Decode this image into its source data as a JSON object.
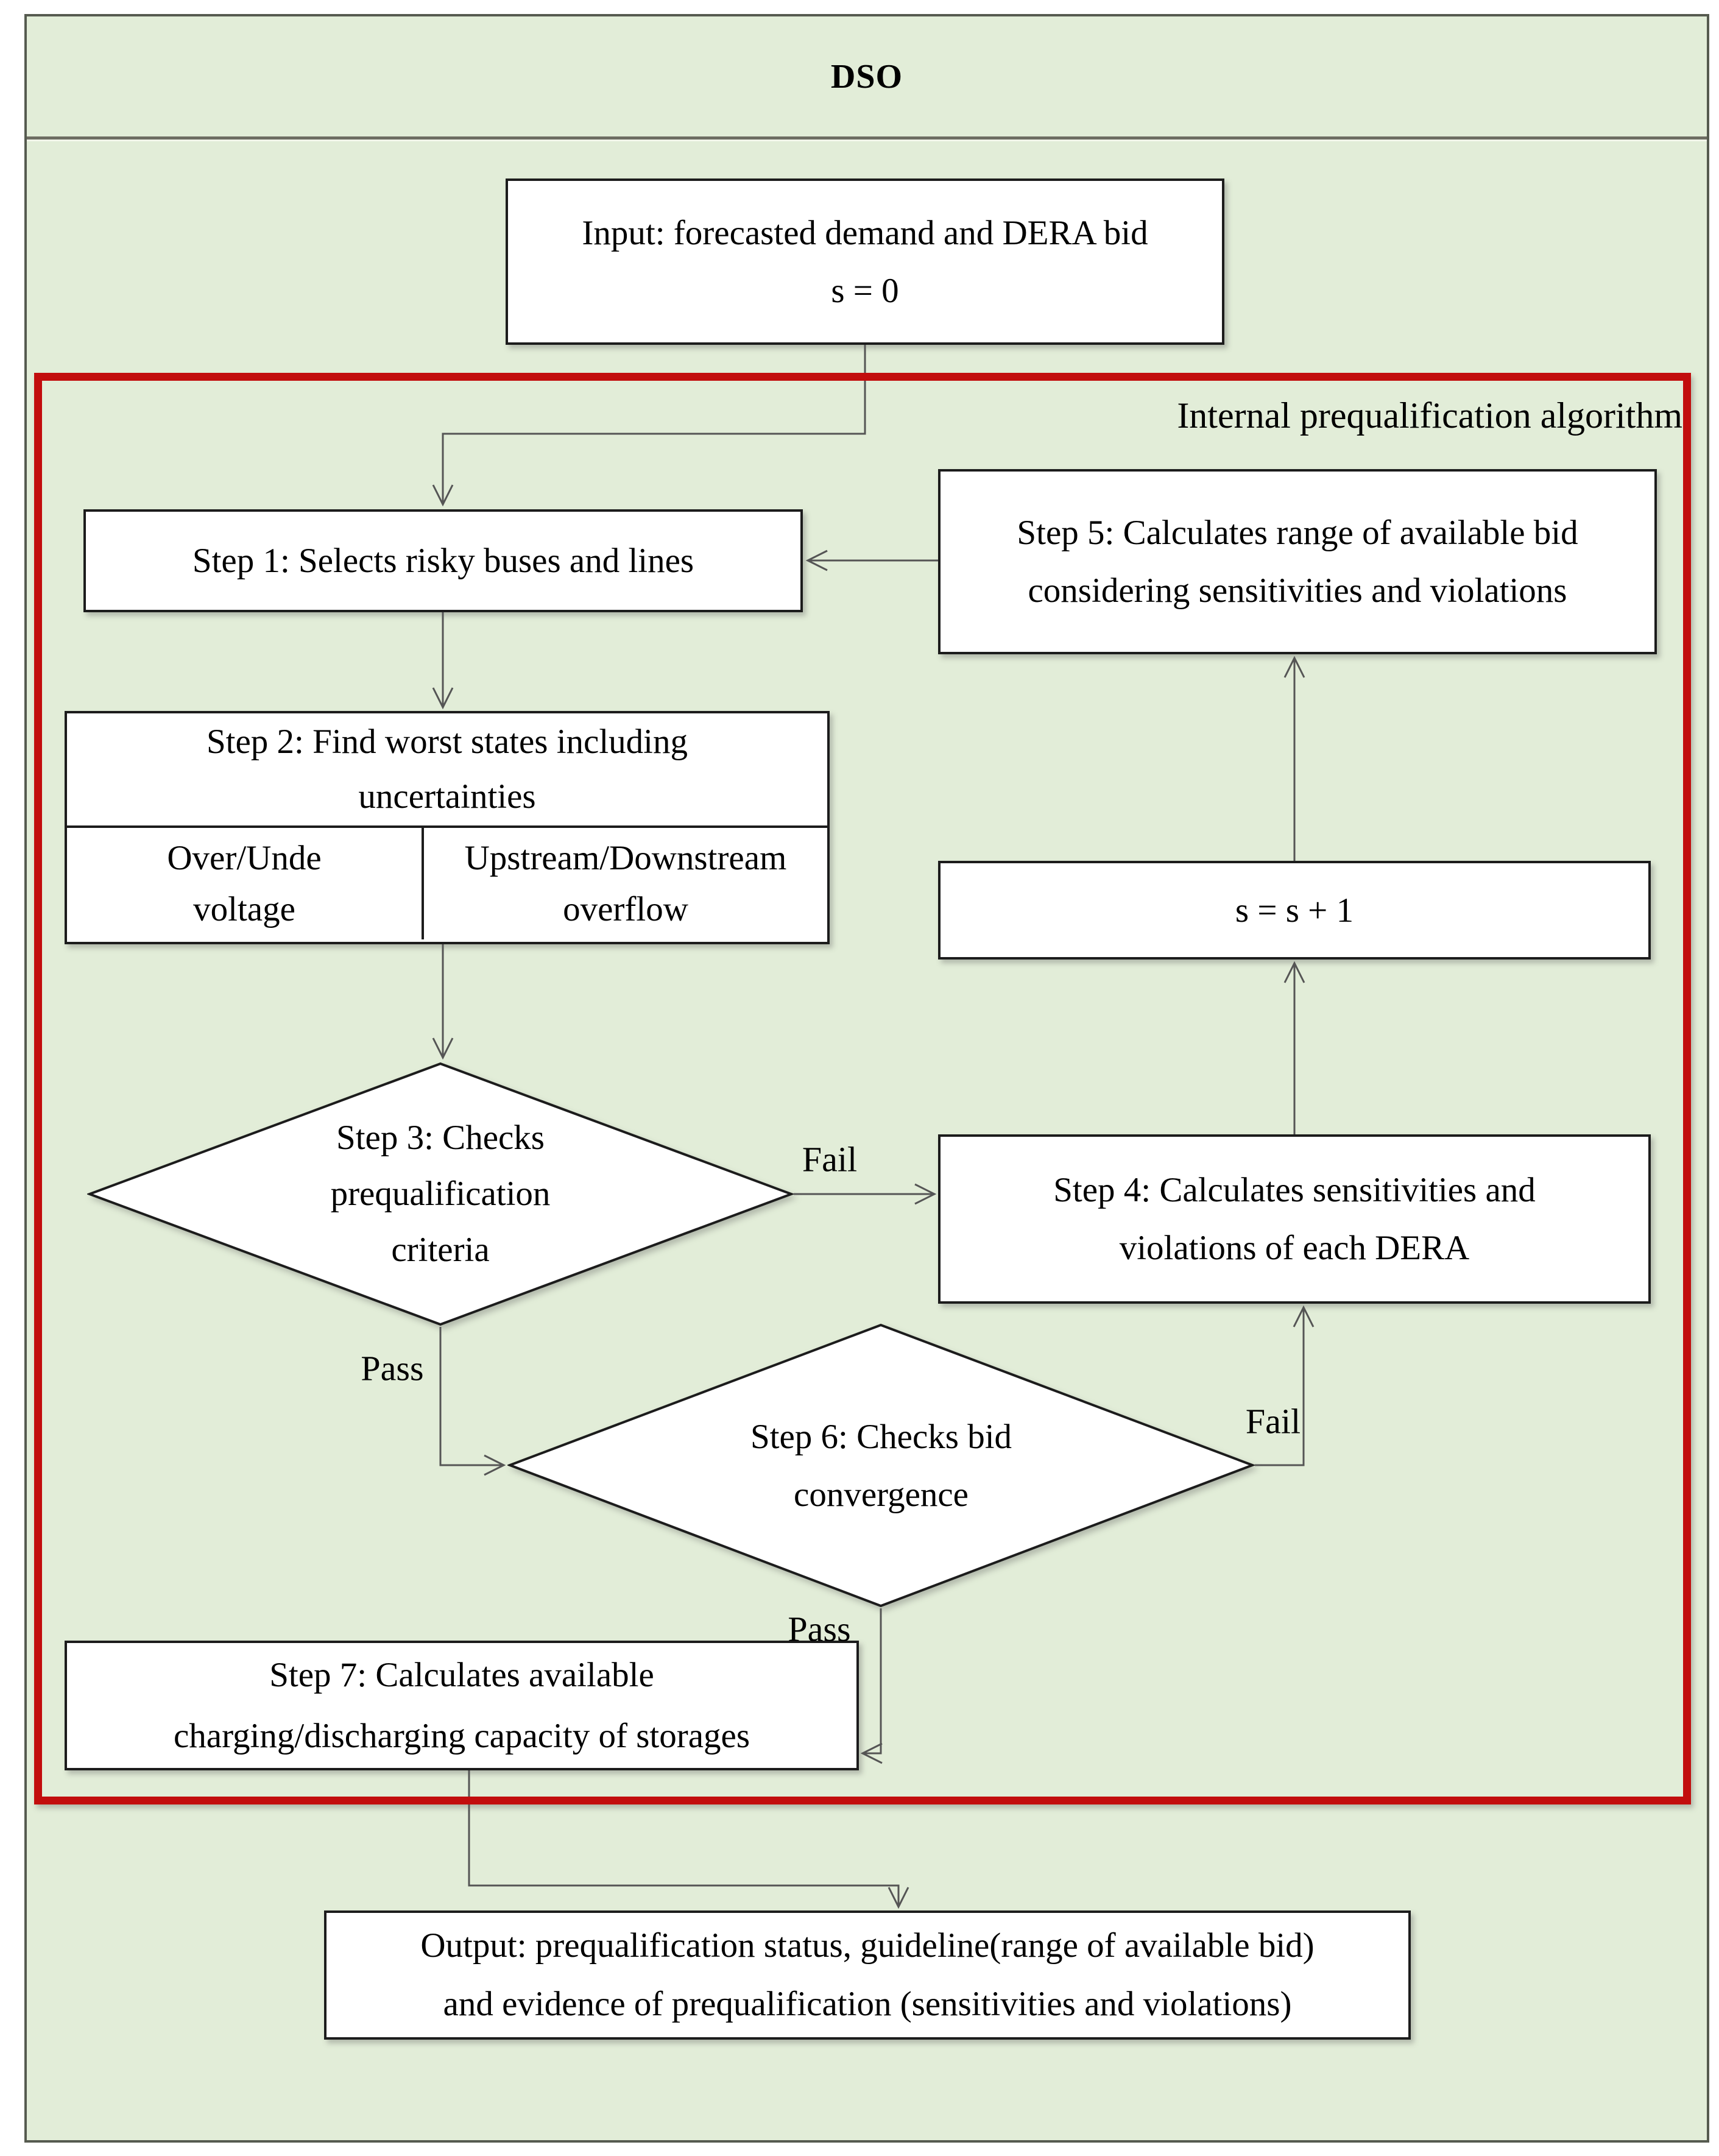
{
  "title": "DSO",
  "region_label": "Internal prequalification algorithm",
  "colors": {
    "canvas_bg": "#e2edd8",
    "region_border": "#c20d0d",
    "node_border": "#1c1c1c",
    "node_bg": "#ffffff",
    "connector": "#555555",
    "outer_border": "#565b50",
    "separator": "#6d6d62"
  },
  "nodes": {
    "input": {
      "lines": [
        "Input: forecasted demand and DERA bid",
        "s = 0"
      ]
    },
    "step1": {
      "lines": [
        "Step 1: Selects risky buses and lines"
      ]
    },
    "step2": {
      "lines": [
        "Step 2: Find worst states including",
        "uncertainties"
      ],
      "sub_left": {
        "lines": [
          "Over/Unde",
          "voltage"
        ]
      },
      "sub_right": {
        "lines": [
          "Upstream/Downstream",
          "overflow"
        ]
      }
    },
    "step3": {
      "lines": [
        "Step 3: Checks",
        "prequalification",
        "criteria"
      ]
    },
    "step4": {
      "lines": [
        "Step 4: Calculates sensitivities and",
        "violations of each DERA"
      ]
    },
    "step5": {
      "lines": [
        "Step 5: Calculates range of available bid",
        "considering sensitivities and violations"
      ]
    },
    "iterate": {
      "lines": [
        "s = s + 1"
      ]
    },
    "step6": {
      "lines": [
        "Step 6: Checks bid",
        "convergence"
      ]
    },
    "step7": {
      "lines": [
        "Step 7: Calculates available",
        "charging/discharging capacity of storages"
      ]
    },
    "output": {
      "lines": [
        "Output: prequalification status, guideline(range of available bid)",
        "and evidence of prequalification (sensitivities and violations)"
      ]
    }
  },
  "edge_labels": {
    "step3_fail": "Fail",
    "step3_pass": "Pass",
    "step6_fail": "Fail",
    "step6_pass": "Pass"
  }
}
